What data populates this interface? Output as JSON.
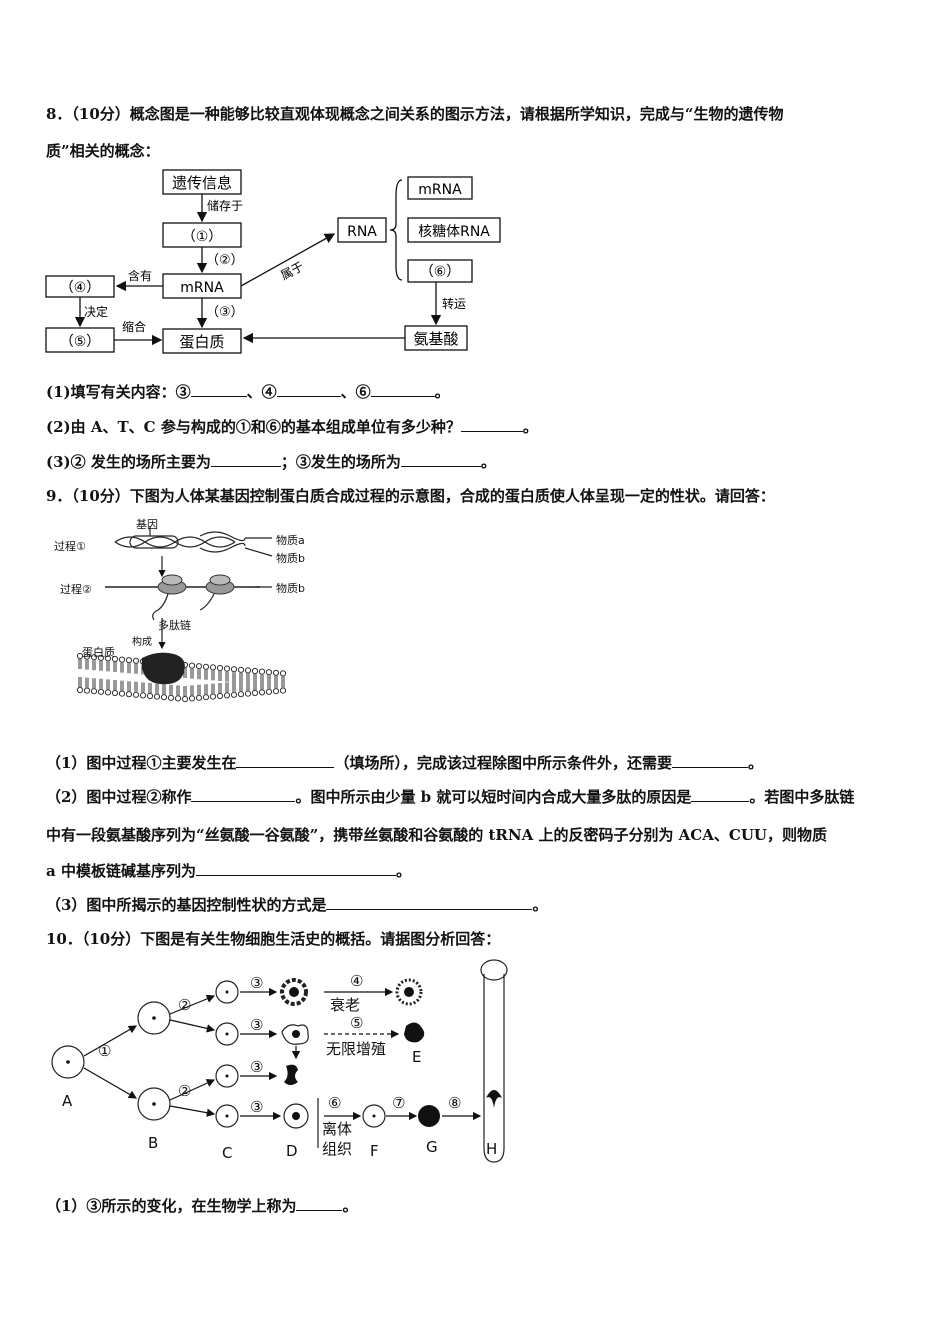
{
  "q8": {
    "stem1": "8．（10分）概念图是一种能够比较直观体现概念之间关系的图示方法，请根据所学知识，完成与“生物的遗传物",
    "stem2": "质”相关的概念：",
    "diagram": {
      "genetic_info": "遗传信息",
      "stored_in": "储存于",
      "box1": "（①）",
      "step2": "（②）",
      "mrna_mid": "mRNA",
      "step3": "（③）",
      "protein": "蛋白质",
      "box4": "（④）",
      "contains": "含有",
      "decides": "决定",
      "box5": "（⑤）",
      "condense": "缩合",
      "belongs": "属于",
      "rna": "RNA",
      "mrna_right": "mRNA",
      "rrna": "核糖体RNA",
      "box6": "（⑥）",
      "transport": "转运",
      "amino_acid": "氨基酸"
    },
    "q1": "(1)填写有关内容：③",
    "q1_sep1": "、④",
    "q1_sep2": "、⑥",
    "q1_end": "。",
    "q2": "(2)由 A、T、C 参与构成的①和⑥的基本组成单位有多少种？",
    "q2_end": "。",
    "q3": "(3)② 发生的场所主要为",
    "q3_mid": "；③发生的场所为",
    "q3_end": "。"
  },
  "q9": {
    "stem": "9．（10分）下图为人体某基因控制蛋白质合成过程的示意图，合成的蛋白质使人体呈现一定的性状。请回答：",
    "figure": {
      "gene": "基因",
      "process1": "过程①",
      "substance_a": "物质a",
      "substance_b1": "物质b",
      "process2": "过程②",
      "substance_b2": "物质b",
      "polypeptide": "多肽链",
      "forms": "构成",
      "protein": "蛋白质"
    },
    "q1": "（1）图中过程①主要发生在",
    "q1_mid": "（填场所），完成该过程除图中所示条件外，还需要",
    "q1_end": "。",
    "q2": "（2）图中过程②称作",
    "q2_mid": "。图中所示由少量 b 就可以短时间内合成大量多肽的原因是",
    "q2_mid2": "。若图中多肽链",
    "q2_line2": "中有一段氨基酸序列为“丝氨酸一谷氨酸”，携带丝氨酸和谷氨酸的 tRNA 上的反密码子分别为 ACA、CUU，则物质",
    "q2_line3": "a 中模板链碱基序列为",
    "q2_end": "。",
    "q3": "（3）图中所揭示的基因控制性状的方式是",
    "q3_end": "。"
  },
  "q10": {
    "stem": "10．（10分）下图是有关生物细胞生活史的概括。请据图分析回答：",
    "figure": {
      "n1": "①",
      "n2a": "②",
      "n2b": "②",
      "n3a": "③",
      "n3b": "③",
      "n3c": "③",
      "n3d": "③",
      "n4": "④",
      "aging": "衰老",
      "n5": "⑤",
      "unlimited": "无限增殖",
      "n6": "⑥",
      "explant1": "离体",
      "explant2": "组织",
      "n7": "⑦",
      "n8": "⑧",
      "A": "A",
      "B": "B",
      "C": "C",
      "D": "D",
      "E": "E",
      "F": "F",
      "G": "G",
      "H": "H"
    },
    "q1": "（1）③所示的变化，在生物学上称为",
    "q1_end": "。"
  }
}
